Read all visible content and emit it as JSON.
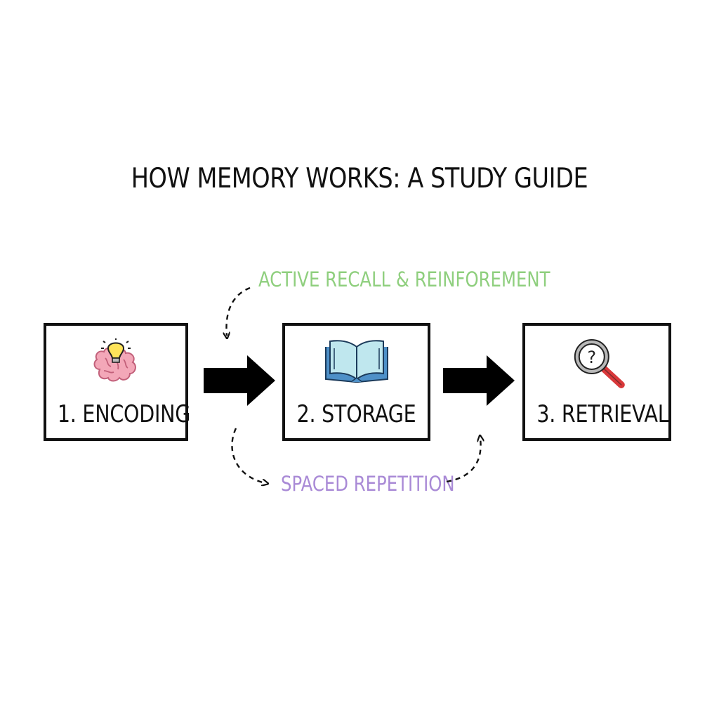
{
  "title": "HOW MEMORY WORKS: A STUDY GUIDE",
  "stages": [
    {
      "label": "1. ENCODING",
      "icon": "brain-lightbulb-icon"
    },
    {
      "label": "2. STORAGE",
      "icon": "open-book-icon"
    },
    {
      "label": "3. RETRIEVAL",
      "icon": "magnifying-glass-question-icon"
    }
  ],
  "annotations": {
    "top": {
      "label": "ACTIVE RECALL & REINFOREMENT",
      "color": "#8fcf7e"
    },
    "bottom": {
      "label": "SPACED REPETITION",
      "color": "#a98ad6"
    }
  },
  "colors": {
    "text": "#111111",
    "box_border": "#111111",
    "arrow": "#000000"
  }
}
